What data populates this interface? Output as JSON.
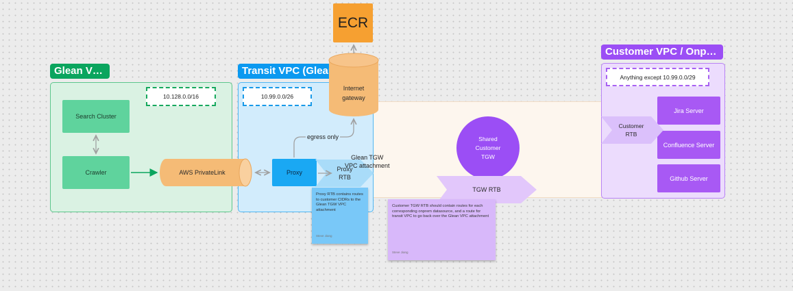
{
  "groups": {
    "glean_vpc": {
      "title": "Glean VPC",
      "cidr": "10.128.0.0/16"
    },
    "transit_vpc": {
      "title": "Transit VPC (Glean accou...",
      "cidr": "10.99.0.0/26"
    },
    "customer_vpc": {
      "title": "Customer VPC / Onprem",
      "cidr": "Anything except 10.99.0.0/29"
    }
  },
  "nodes": {
    "ecr": "ECR",
    "internet_gateway": "Internet\ngateway",
    "search_cluster": "Search Cluster",
    "crawler": "Crawler",
    "privatelink": "AWS PrivateLink",
    "proxy": "Proxy",
    "proxy_rtb": "Proxy\nRTB",
    "glean_tgw_attachment": "Glean TGW\nVPC attachment",
    "egress_only": "egress only",
    "shared_tgw": "Shared\nCustomer\nTGW",
    "tgw_rtb": "TGW RTB",
    "customer_rtb": "Customer\nRTB",
    "jira": "Jira Server",
    "confluence": "Confluence Server",
    "github": "Github Server"
  },
  "notes": {
    "proxy_note": {
      "text": "Proxy RTB contains routes to customer CIDRs to the Glean TGW VPC attachment",
      "author": "Steve Jiang"
    },
    "tgw_note": {
      "text": "Customer TGW RTB should contain routes for each corresponding onprem datasource, and a route for transit VPC to go back over the Glean VPC attachment",
      "author": "Steve Jiang"
    }
  },
  "colors": {
    "glean_green": "#0aa55e",
    "transit_blue": "#0b99f0",
    "customer_purple": "#9b4ef5",
    "ecr_orange": "#f6a031"
  }
}
